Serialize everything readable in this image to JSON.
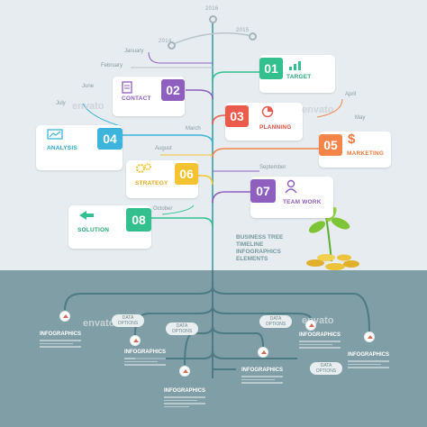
{
  "years": [
    "2016",
    "2014",
    "2015"
  ],
  "months": [
    "January",
    "February",
    "June",
    "July",
    "March",
    "April",
    "May",
    "August",
    "September",
    "October"
  ],
  "cards": [
    {
      "number": "01",
      "label": "TARGET",
      "color": "#33c08e",
      "label_color": "#2aa878",
      "icon": "bar-chart-arrow-icon"
    },
    {
      "number": "02",
      "label": "CONTACT",
      "color": "#8e5fbf",
      "label_color": "#8e5fbf",
      "icon": "address-book-icon"
    },
    {
      "number": "03",
      "label": "PLANNING",
      "color": "#ea5b4c",
      "label_color": "#e0503f",
      "icon": "pie-chart-icon"
    },
    {
      "number": "04",
      "label": "ANALYSIS",
      "color": "#3cb4dc",
      "label_color": "#2aa2cc",
      "icon": "monitor-chart-icon"
    },
    {
      "number": "05",
      "label": "MARKETING",
      "color": "#f3854a",
      "label_color": "#ee7a3c",
      "icon": "dollar-icon"
    },
    {
      "number": "06",
      "label": "STRATEGY",
      "color": "#f5c32f",
      "label_color": "#e8a91a",
      "icon": "gears-icon"
    },
    {
      "number": "07",
      "label": "TEAM WORK",
      "color": "#8e5fbf",
      "label_color": "#8e5fbf",
      "icon": "person-icon"
    },
    {
      "number": "08",
      "label": "SOLUTION",
      "color": "#33c08e",
      "label_color": "#2aa878",
      "icon": "double-arrow-icon"
    }
  ],
  "business_title": [
    "BUSINESS TREE",
    "TIMELINE",
    "INFOGRAPHICS",
    "ELEMENTS"
  ],
  "infographics_label": "INFOGRAPHICS",
  "data_options": [
    "DATA",
    "OPTIONS"
  ],
  "watermark": "envato",
  "colors": {
    "bottom_band": "#7f9ea5",
    "tree_line": "#5aaeb4",
    "accent_arrow": "#d96a55"
  }
}
